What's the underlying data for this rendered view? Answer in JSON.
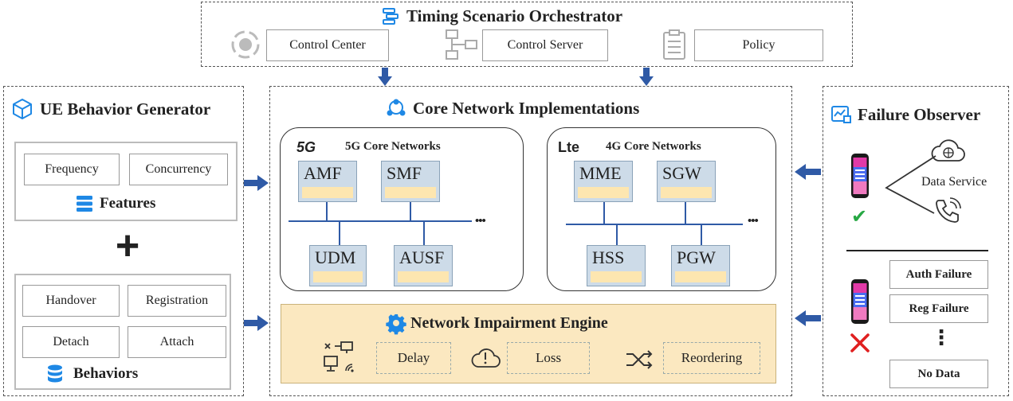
{
  "orchestrator": {
    "title": "Timing Scenario Orchestrator",
    "items": [
      "Control Center",
      "Control Server",
      "Policy"
    ]
  },
  "generator": {
    "title": "UE Behavior Generator",
    "features": {
      "items": [
        "Frequency",
        "Concurrency"
      ],
      "label": "Features"
    },
    "plus": "+",
    "behaviors": {
      "items": [
        "Handover",
        "Registration",
        "Detach",
        "Attach"
      ],
      "label": "Behaviors"
    }
  },
  "core": {
    "title": "Core Network Implementations",
    "five_g": {
      "badge": "5G",
      "title": "5G Core Networks",
      "top": [
        "AMF",
        "SMF"
      ],
      "bottom": [
        "UDM",
        "AUSF"
      ],
      "more": "•••"
    },
    "four_g": {
      "badge": "Lte",
      "title": "4G Core Networks",
      "top": [
        "MME",
        "SGW"
      ],
      "bottom": [
        "HSS",
        "PGW"
      ],
      "more": "•••"
    },
    "impairment": {
      "title": "Network Impairment Engine",
      "items": [
        "Delay",
        "Loss",
        "Reordering"
      ]
    }
  },
  "observer": {
    "title": "Failure Observer",
    "data_service": "Data Service",
    "failures": [
      "Auth Failure",
      "Reg Failure",
      "No Data"
    ],
    "vdots": "⋮"
  },
  "colors": {
    "arrow": "#2f5aa6",
    "accent": "#1e88e5",
    "impair_bg": "#fbe8c0",
    "nf_bg": "#cddbe8",
    "nf_bar": "#fde6b0",
    "check": "#27a844",
    "cross": "#e02020"
  }
}
